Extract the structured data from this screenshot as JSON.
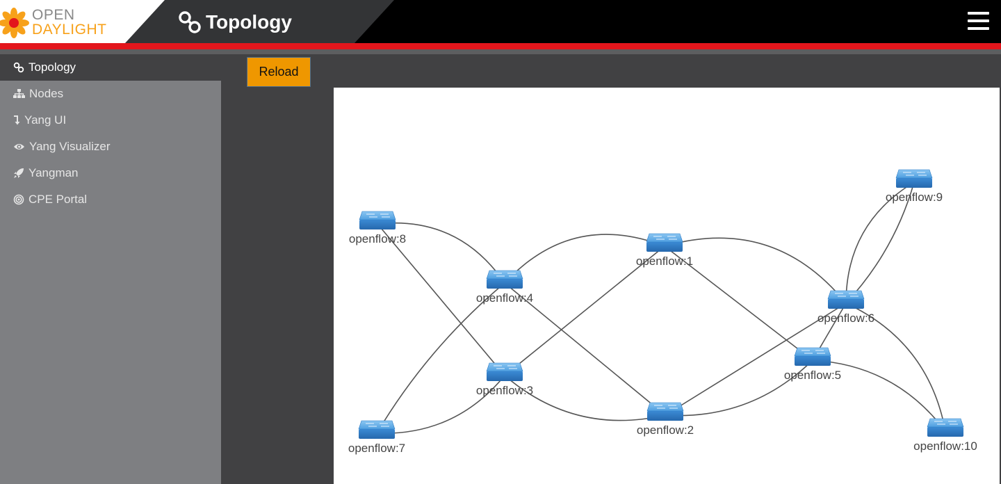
{
  "header": {
    "logo_line1": "OPEN",
    "logo_line2": "DAYLIGHT",
    "title": "Topology",
    "menu_icon": "hamburger-icon"
  },
  "sidebar": {
    "items": [
      {
        "label": "Topology",
        "icon": "link-icon",
        "active": true
      },
      {
        "label": "Nodes",
        "icon": "sitemap-icon",
        "active": false
      },
      {
        "label": "Yang UI",
        "icon": "level-down-icon",
        "active": false
      },
      {
        "label": "Yang Visualizer",
        "icon": "eye-icon",
        "active": false
      },
      {
        "label": "Yangman",
        "icon": "rocket-icon",
        "active": false
      },
      {
        "label": "CPE Portal",
        "icon": "target-icon",
        "active": false
      }
    ]
  },
  "toolbar": {
    "reload_label": "Reload"
  },
  "colors": {
    "accent_red": "#e3161c",
    "reload_orange": "#ef9700",
    "switch_blue": "#3a8fd8",
    "logo_orange": "#f7a11a"
  },
  "topology": {
    "nodes": [
      {
        "id": "openflow:8",
        "label": "openflow:8"
      },
      {
        "id": "openflow:4",
        "label": "openflow:4"
      },
      {
        "id": "openflow:1",
        "label": "openflow:1"
      },
      {
        "id": "openflow:9",
        "label": "openflow:9"
      },
      {
        "id": "openflow:6",
        "label": "openflow:6"
      },
      {
        "id": "openflow:5",
        "label": "openflow:5"
      },
      {
        "id": "openflow:3",
        "label": "openflow:3"
      },
      {
        "id": "openflow:2",
        "label": "openflow:2"
      },
      {
        "id": "openflow:7",
        "label": "openflow:7"
      },
      {
        "id": "openflow:10",
        "label": "openflow:10"
      }
    ],
    "links": [
      [
        "openflow:8",
        "openflow:4"
      ],
      [
        "openflow:8",
        "openflow:3"
      ],
      [
        "openflow:4",
        "openflow:1"
      ],
      [
        "openflow:4",
        "openflow:7"
      ],
      [
        "openflow:4",
        "openflow:2"
      ],
      [
        "openflow:1",
        "openflow:6"
      ],
      [
        "openflow:1",
        "openflow:3"
      ],
      [
        "openflow:1",
        "openflow:5"
      ],
      [
        "openflow:9",
        "openflow:6"
      ],
      [
        "openflow:6",
        "openflow:9"
      ],
      [
        "openflow:6",
        "openflow:5"
      ],
      [
        "openflow:6",
        "openflow:2"
      ],
      [
        "openflow:6",
        "openflow:10"
      ],
      [
        "openflow:5",
        "openflow:2"
      ],
      [
        "openflow:5",
        "openflow:10"
      ],
      [
        "openflow:3",
        "openflow:7"
      ],
      [
        "openflow:3",
        "openflow:2"
      ]
    ]
  }
}
